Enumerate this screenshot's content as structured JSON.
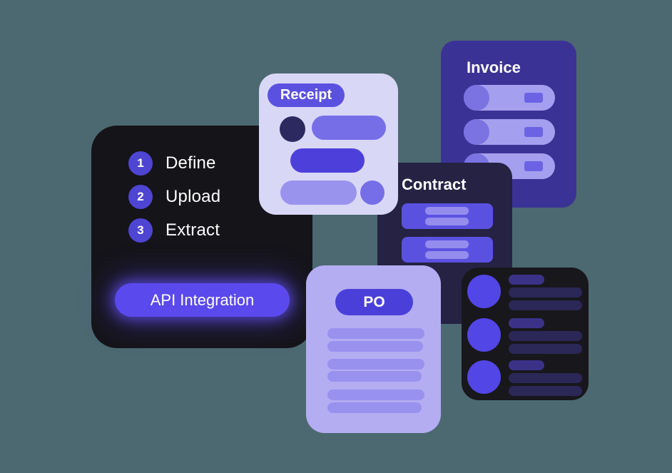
{
  "steps_panel": {
    "items": [
      {
        "number": "1",
        "label": "Define"
      },
      {
        "number": "2",
        "label": "Upload"
      },
      {
        "number": "3",
        "label": "Extract"
      }
    ],
    "button_label": "API Integration"
  },
  "cards": {
    "receipt": {
      "title": "Receipt"
    },
    "invoice": {
      "title": "Invoice"
    },
    "contract": {
      "title": "Contract"
    },
    "po": {
      "title": "PO"
    }
  },
  "colors": {
    "bg": "#4c6971",
    "dark-panel": "#151419",
    "dark-card": "#18171c",
    "accent": "#5a49ec",
    "number-circle": "#4e45d3",
    "receipt-bg": "#d9d7f6",
    "receipt-pill": "#5b51e1",
    "invoice-bg": "#3b3296",
    "contract-bg": "#252243",
    "po-bg": "#b4adf2",
    "po-pill": "#4a3fd9",
    "indigo-mid": "#4d40da",
    "periwinkle": "#766ee7",
    "periwinkle-deep": "#7b73e2",
    "lavender-row": "#a4a0ef",
    "soft-purple": "#9a93ed",
    "po-bar": "#9991ee",
    "navy-circle": "#2b2960",
    "bright-indigo": "#5246e6",
    "muted-indigo": "#3b3288",
    "deep-navy-bar": "#2b2857",
    "row-chip": "#6c63e4",
    "block-bar": "#958ded"
  }
}
